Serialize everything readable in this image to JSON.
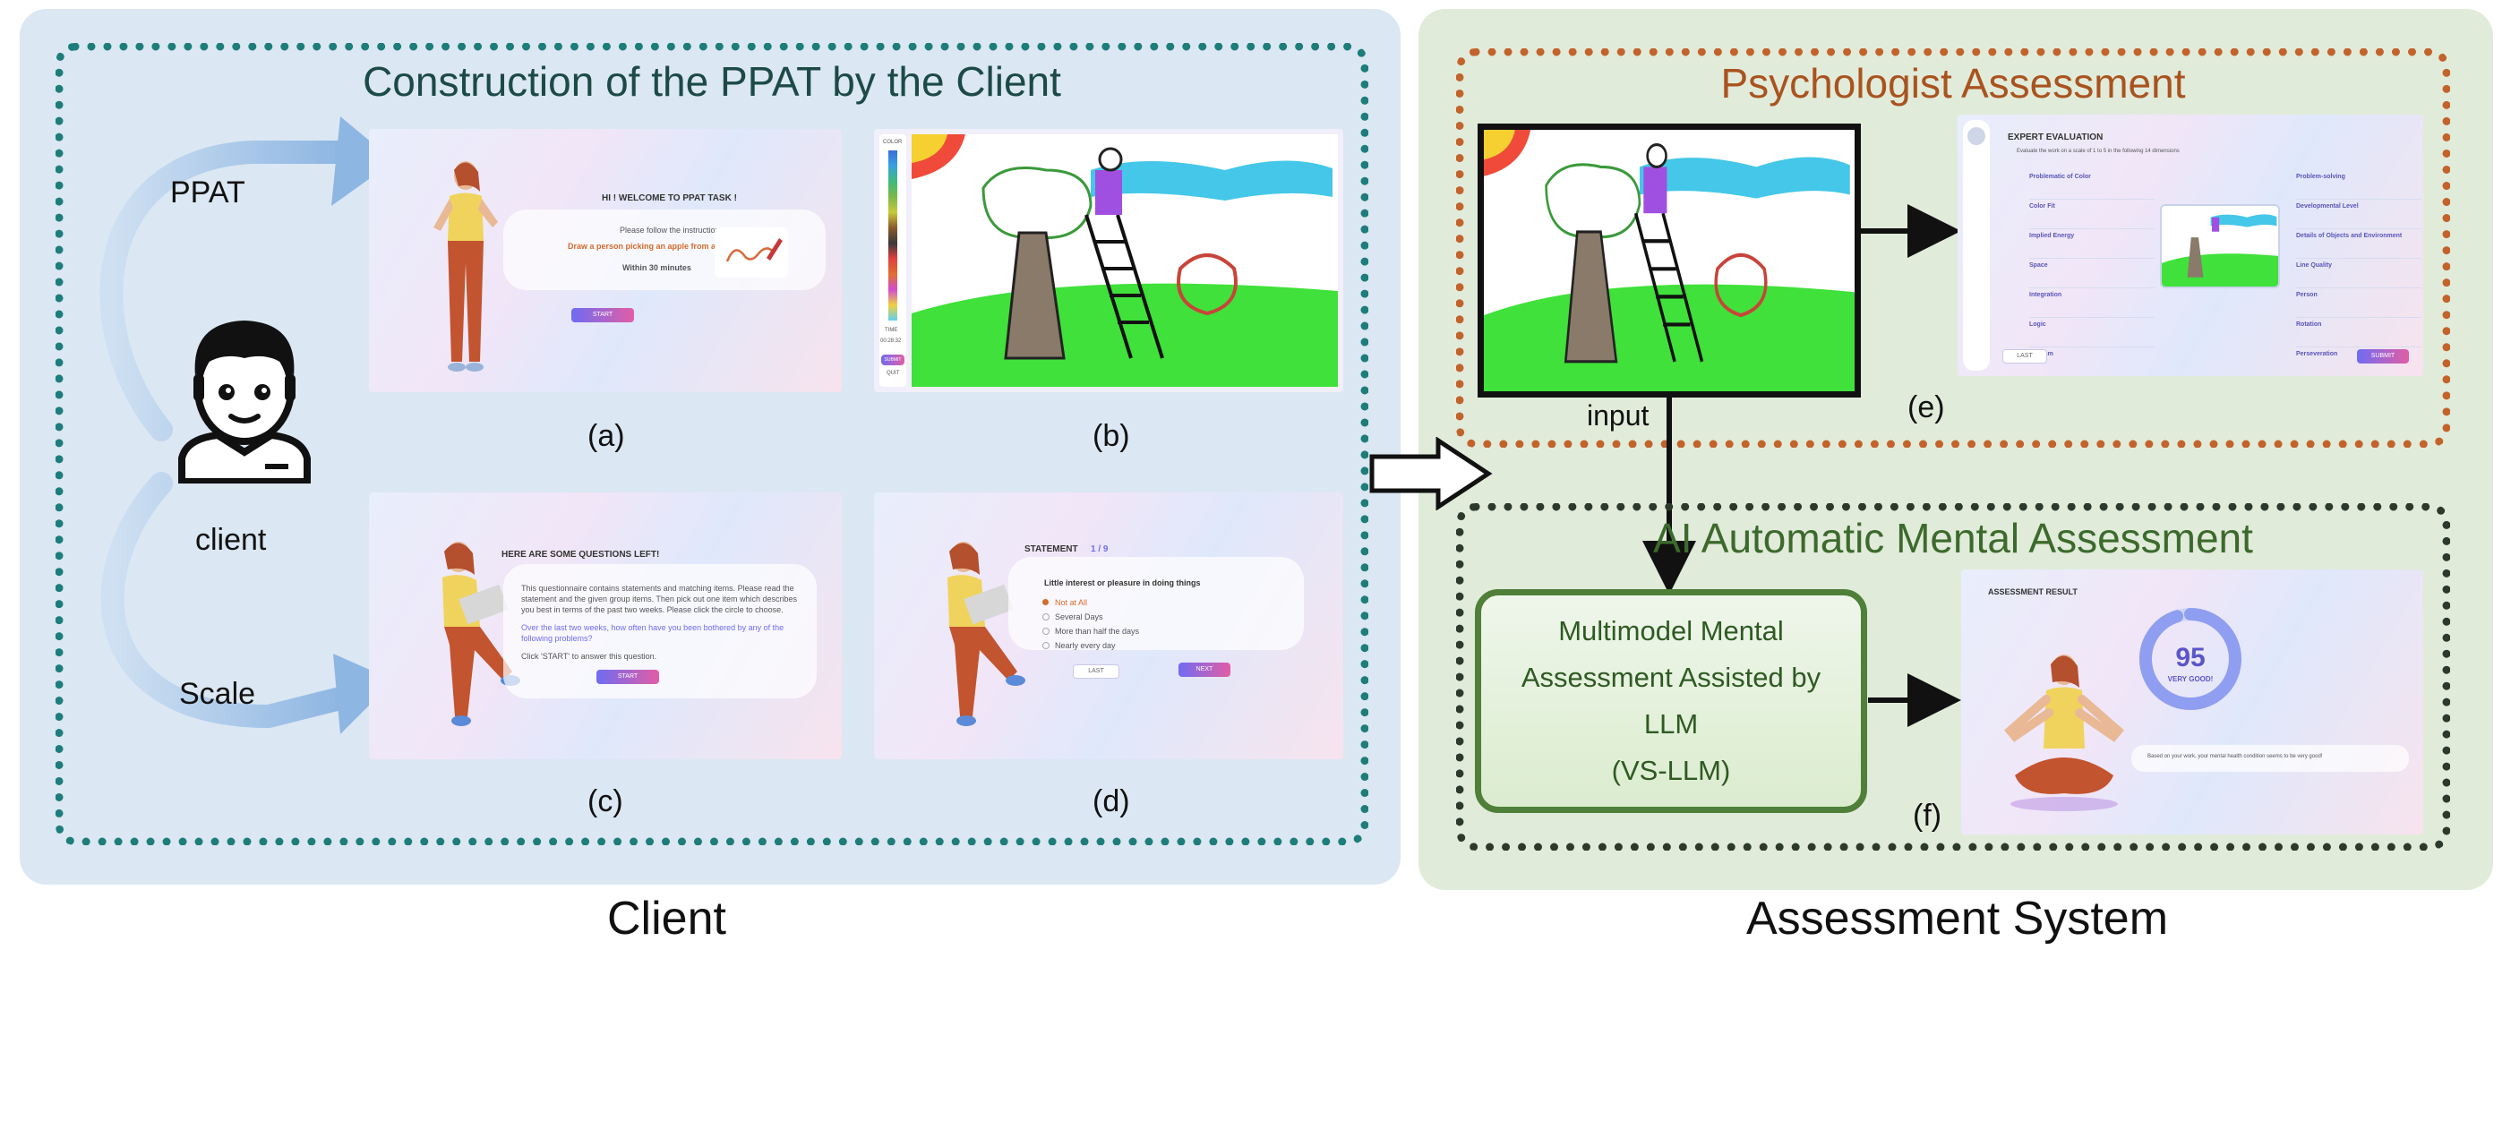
{
  "client_panel": {
    "title": "Construction of the PPAT by the Client",
    "bottom_label": "Client",
    "flow_labels": {
      "ppat": "PPAT",
      "client": "client",
      "scale": "Scale"
    },
    "sublabels": {
      "a": "(a)",
      "b": "(b)",
      "c": "(c)",
      "d": "(d)"
    }
  },
  "screens": {
    "a": {
      "title": "HI ! WELCOME TO PPAT TASK !",
      "line1": "Please follow the instruction:",
      "instruction": "Draw a person picking an apple from a tree",
      "time": "Within 30 minutes",
      "button": "START"
    },
    "b": {
      "palette_label": "COLOR",
      "time_label": "TIME",
      "time_value": "00:28:32",
      "submit": "SUBMIT",
      "quit": "QUIT"
    },
    "c": {
      "title": "HERE ARE SOME QUESTIONS LEFT!",
      "p1": "This questionnaire contains statements and matching items. Please read the",
      "p2": "statement and the given group items. Then pick out one item which describes",
      "p3": "you best in terms of the past two weeks. Please click the circle to choose.",
      "q1": "Over the last two weeks, how often have you been bothered by any of the",
      "q2": "following problems?",
      "hint": "Click 'START' to answer this question.",
      "button": "START"
    },
    "d": {
      "title": "STATEMENT",
      "counter": "1 / 9",
      "statement": "Little interest or pleasure in doing things",
      "options": [
        "Not at All",
        "Several Days",
        "More than half the days",
        "Nearly every day"
      ],
      "last": "LAST",
      "next": "NEXT"
    },
    "e": {
      "title": "EXPERT EVALUATION",
      "subtitle": "Evaluate the work on a scale of 1 to 5 in the following 14 dimensions",
      "left_items": [
        "Problematic of Color",
        "Color Fit",
        "Implied Energy",
        "Space",
        "Integration",
        "Logic",
        "Realism"
      ],
      "right_items": [
        "Problem-solving",
        "Developmental Level",
        "Details of Objects and Environment",
        "Line Quality",
        "Person",
        "Rotation",
        "Perseveration"
      ],
      "last": "LAST",
      "submit": "SUBMIT"
    },
    "f": {
      "title": "ASSESSMENT RESULT",
      "score": "95",
      "rating": "VERY GOOD!",
      "message": "Based on your work, your mental health condition seems to be very good!"
    }
  },
  "system_panel": {
    "bottom_label": "Assessment System",
    "psychologist_title": "Psychologist Assessment",
    "ai_title": "AI Automatic Mental Assessment",
    "input_label": "input",
    "sublabels": {
      "e": "(e)",
      "f": "(f)"
    },
    "model_box": [
      "Multimodel Mental",
      "Assessment Assisted by",
      "LLM",
      "(VS-LLM)"
    ]
  },
  "colors": {
    "client_bg": "#dbe7f3",
    "system_bg": "#e1ebda",
    "teal": "#1d7d7a",
    "orange": "#c2632c",
    "green": "#4f7f38",
    "dark": "#2b3a2b",
    "accent_purple": "#6f6cf2"
  },
  "icons": [
    "client-avatar-icon",
    "person-figure-icon",
    "yoga-figure-icon",
    "pen-icon"
  ]
}
